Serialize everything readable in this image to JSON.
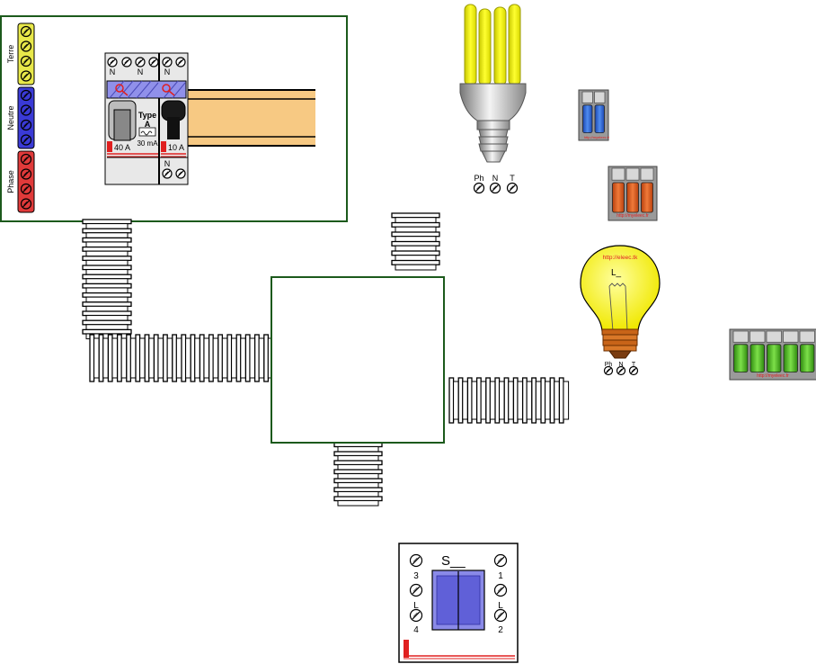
{
  "panel": {
    "bars": {
      "terre": "Terre",
      "neutre": "Neutre",
      "phase": "Phase"
    },
    "breaker_rcd": {
      "n_left": "N",
      "n_right": "N",
      "rating": "40 A",
      "type_label": "Type",
      "type_class": "A",
      "sensitivity": "30 mA"
    },
    "breaker_mcb": {
      "n_top": "N",
      "rating": "10 A",
      "n_bottom": "N"
    }
  },
  "cfl_bulb": {
    "terminals": [
      "Ph",
      "N",
      "T"
    ]
  },
  "incandescent_bulb": {
    "url": "http://eleec.tk",
    "label": "L_",
    "terminals": [
      "Ph",
      "N",
      "T"
    ]
  },
  "wago_connectors": {
    "url": "http://myeleec.fr",
    "blue": {
      "poles": 2,
      "color": "#2f66d8"
    },
    "orange": {
      "poles": 3,
      "color": "#e0581e"
    },
    "green": {
      "poles": 5,
      "color": "#52c41a"
    }
  },
  "switch": {
    "label": "S__",
    "terminals_left": [
      "3",
      "L",
      "4"
    ],
    "terminals_right": [
      "1",
      "L",
      "2"
    ]
  },
  "colors": {
    "frame": "#1c5a1c",
    "terre": "#e8e84a",
    "neutre": "#3a3ad6",
    "phase": "#e03a3a",
    "rail": "#f7c983"
  }
}
